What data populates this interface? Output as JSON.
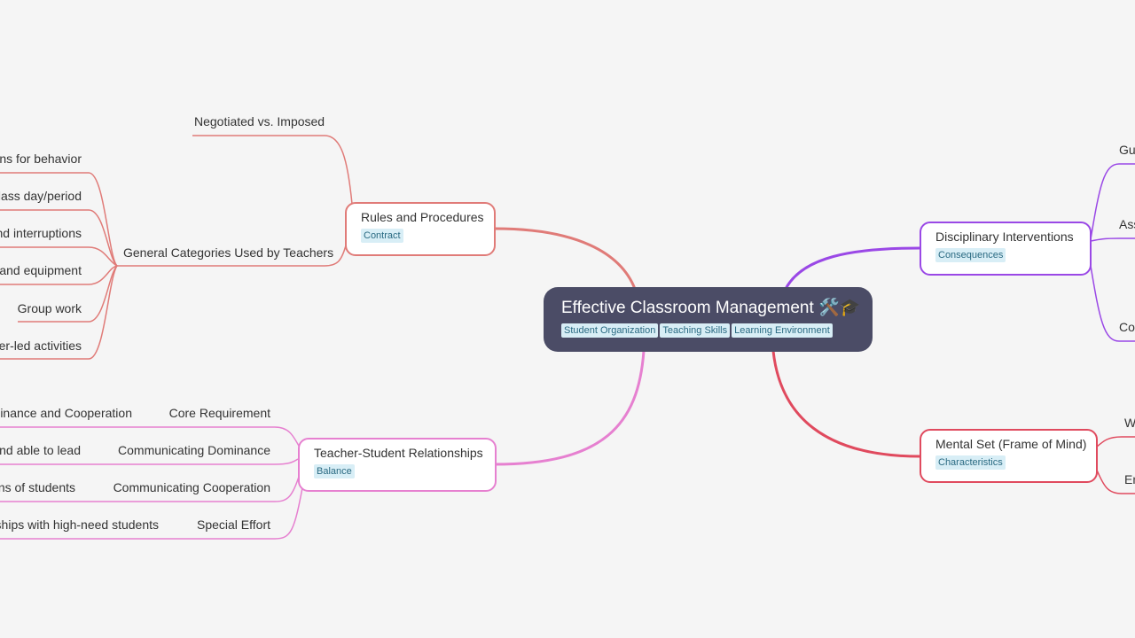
{
  "root": {
    "title": "Effective Classroom Management 🛠️🎓",
    "tags": [
      "Student Organization",
      "Teaching Skills",
      "Learning Environment"
    ]
  },
  "rules": {
    "title": "Rules and Procedures",
    "tag": "Contract",
    "negotiated": "Negotiated vs. Imposed",
    "general": "General Categories Used by Teachers",
    "leaves": [
      "ons for behavior",
      "lass day/period",
      "nd interruptions",
      "and equipment",
      "Group work",
      "er-led activities"
    ]
  },
  "relationships": {
    "title": "Teacher-Student Relationships",
    "tag": "Balance",
    "children": [
      {
        "label": "Core Requirement",
        "leaf": "minance and Cooperation"
      },
      {
        "label": "Communicating Dominance",
        "leaf": "and able to lead"
      },
      {
        "label": "Communicating Cooperation",
        "leaf": "rns of students"
      },
      {
        "label": "Special Effort",
        "leaf": "ships with high-need students"
      }
    ]
  },
  "disciplinary": {
    "title": "Disciplinary Interventions",
    "tag": "Consequences",
    "leaves": [
      "Gu",
      "Ass",
      "Cor"
    ]
  },
  "mental": {
    "title": "Mental Set (Frame of Mind)",
    "tag": "Characteristics",
    "leaves": [
      "W",
      "En"
    ]
  },
  "colors": {
    "background": "#f5f5f5",
    "root": "#4b4c66",
    "rules": "#e07b78",
    "relationships": "#e680d0",
    "disciplinary": "#9a48e6",
    "mental": "#e04a5e",
    "tag_bg": "#d8eef6"
  }
}
